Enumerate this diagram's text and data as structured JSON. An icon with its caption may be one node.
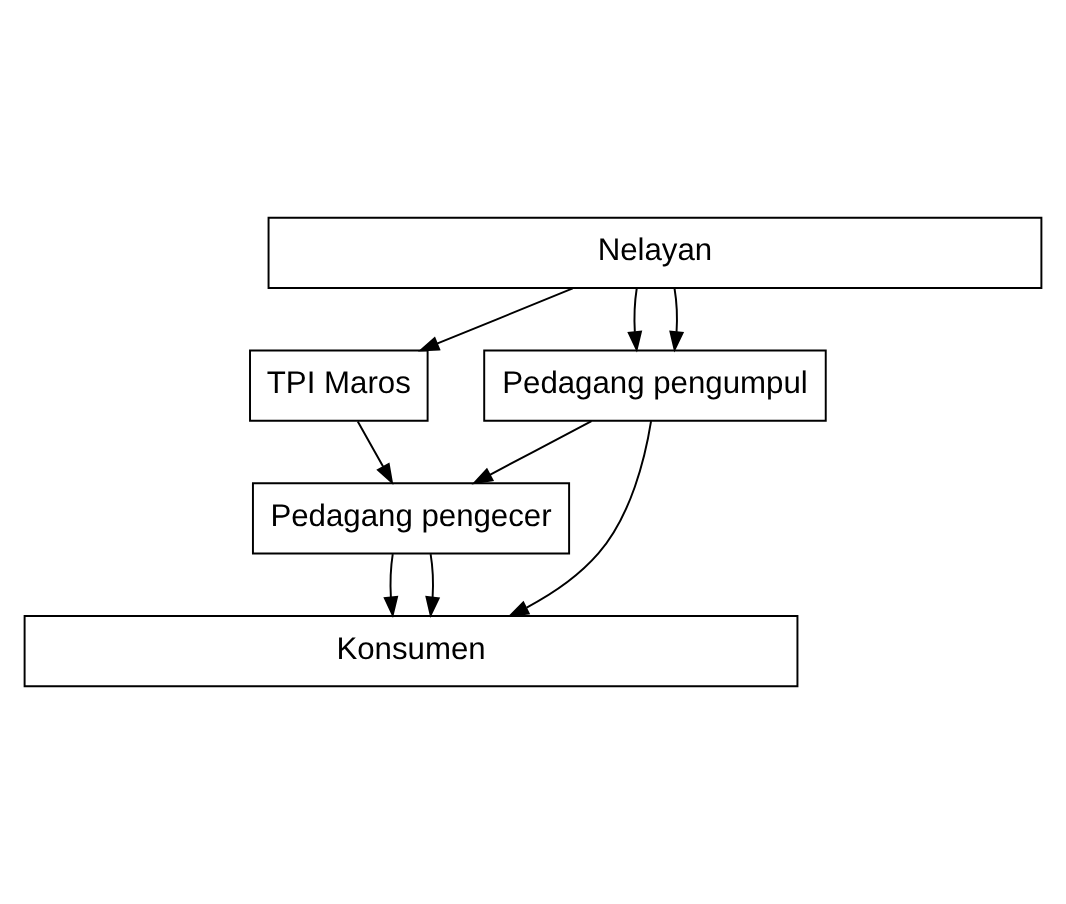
{
  "diagram": {
    "nodes": [
      {
        "text": [
          "Nelayan"
        ]
      },
      {
        "text": [
          "TPI Maros"
        ]
      },
      {
        "text": [
          "Pedagang pengumpul"
        ]
      },
      {
        "text": [
          "Pedagang pengecer"
        ]
      },
      {
        "text": [
          "Konsumen"
        ]
      }
    ],
    "edges": [
      {
        "from": 0,
        "to": 2,
        "arrow": "to"
      },
      {
        "from": 0,
        "to": 2,
        "arrow": "to"
      },
      {
        "from": 0,
        "to": 1,
        "arrow": "to"
      },
      {
        "from": 2,
        "to": 4,
        "arrow": "to"
      },
      {
        "from": 2,
        "to": 3,
        "arrow": "to"
      },
      {
        "from": 1,
        "to": 3,
        "arrow": "to"
      },
      {
        "from": 3,
        "to": 4,
        "arrow": "to"
      },
      {
        "from": 3,
        "to": 4,
        "arrow": "to"
      }
    ]
  }
}
